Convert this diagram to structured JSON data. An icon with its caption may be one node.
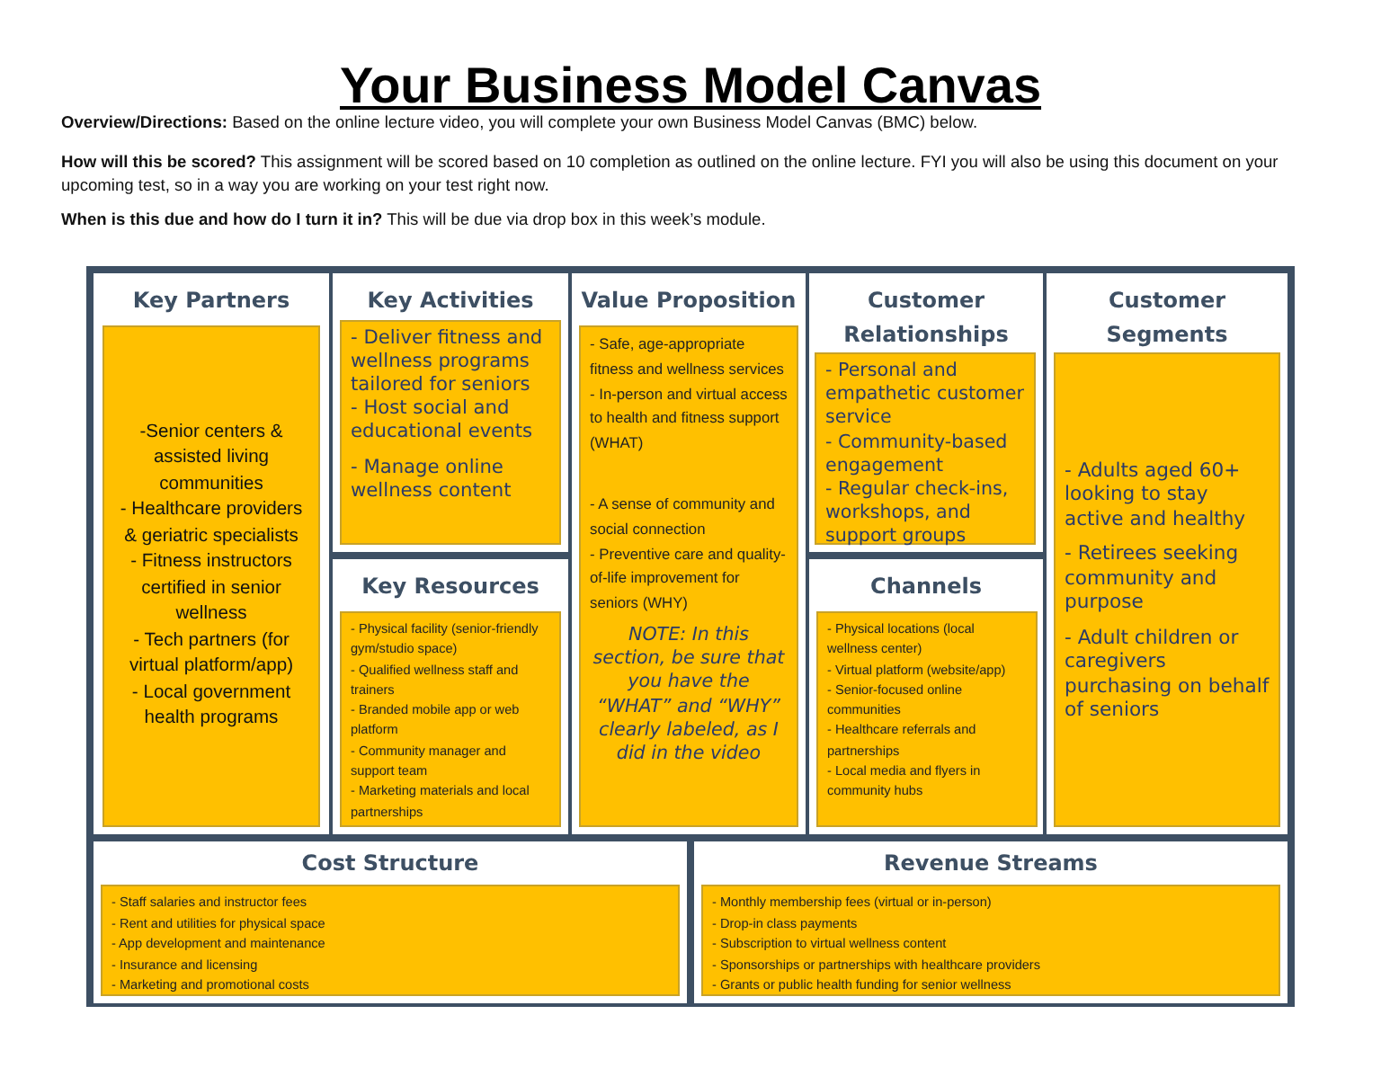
{
  "diagram": {
    "title": "Your Business Model Canvas",
    "nodes": [
      {
        "text": [
          "Key Partners"
        ]
      },
      {
        "text": [
          "-Senior centers & assisted living communities",
          "- Healthcare providers & geriatric specialists",
          "- Fitness instructors certified in senior wellness",
          "- Tech partners (for virtual platform/app)",
          "- Local government health programs"
        ],
        "in": 0
      },
      {
        "text": [
          "Key Activities"
        ]
      },
      {
        "text": [
          "- Deliver fitness and wellness programs tailored for seniors",
          "- Host social and educational events",
          "- Manage online wellness content"
        ],
        "in": 2
      },
      {
        "text": [
          "Key Resources"
        ]
      },
      {
        "text": [
          "- Physical facility (senior-friendly gym/studio space)",
          "- Qualified wellness staff and trainers",
          "- Branded mobile app or web platform",
          "- Community manager and support team",
          "- Marketing materials and local partnerships"
        ],
        "in": 4
      },
      {
        "text": [
          "Value Proposition"
        ]
      },
      {
        "text": [
          "- Safe, age-appropriate fitness and wellness services",
          "- In-person and virtual access to health and fitness support (WHAT)",
          "- A sense of community and social connection",
          "- Preventive care and quality-of-life improvement for seniors (WHY)",
          "NOTE: In this section, be sure that you have the “WHAT” and “WHY” clearly labeled, as I did in the video"
        ],
        "in": 6
      },
      {
        "text": [
          "Customer Relationships"
        ]
      },
      {
        "text": [
          "- Personal and empathetic customer service",
          "- Community-based engagement",
          "- Regular check-ins, workshops, and support groups"
        ],
        "in": 8
      },
      {
        "text": [
          "Channels"
        ]
      },
      {
        "text": [
          "- Physical locations (local wellness center)",
          "- Virtual platform (website/app)",
          "- Senior-focused online communities",
          "- Healthcare referrals and partnerships",
          "- Local media and flyers in community hubs"
        ],
        "in": 10
      },
      {
        "text": [
          "Customer Segments"
        ]
      },
      {
        "text": [
          "- Adults aged 60+ looking to stay active and healthy",
          "- Retirees seeking community and purpose",
          "- Adult children or caregivers purchasing on behalf of seniors"
        ],
        "in": 12
      },
      {
        "text": [
          "Cost Structure"
        ]
      },
      {
        "text": [
          "- Staff salaries and instructor fees",
          "- Rent and utilities for physical space",
          "- App development and maintenance",
          "- Insurance and licensing",
          "- Marketing and promotional costs"
        ],
        "in": 14
      },
      {
        "text": [
          "Revenue Streams"
        ]
      },
      {
        "text": [
          "- Monthly membership fees (virtual or in-person)",
          "- Drop-in class payments",
          "- Subscription to virtual wellness content",
          "- Sponsorships or partnerships with healthcare providers",
          "- Grants or public health funding for senior wellness"
        ],
        "in": 16
      }
    ],
    "labels": [
      "**Overview/Directions:** Based on the online lecture video, you will complete your own Business Model Canvas (BMC) below.",
      "**How will this be scored?** This assignment will be scored based on 10 completion as outlined on the online lecture. FYI you will also be using this document on your upcoming test, so in a way you are working on your test right now.",
      "**When is this due and how do I turn it in?** This will be due via drop box in this week’s module."
    ]
  }
}
